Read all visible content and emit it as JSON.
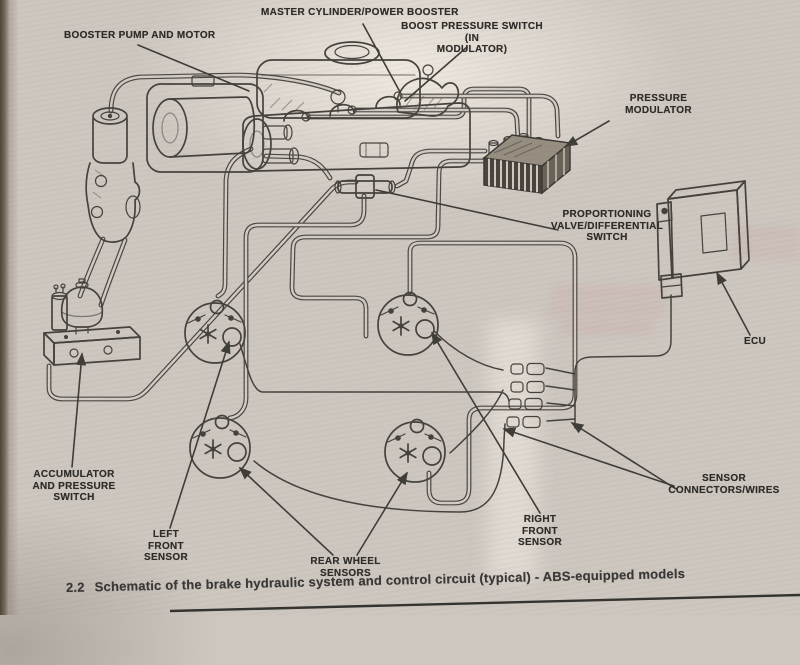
{
  "labels": {
    "booster_pump": {
      "lines": [
        "BOOSTER PUMP AND MOTOR"
      ]
    },
    "master_cylinder": {
      "lines": [
        "MASTER CYLINDER/POWER BOOSTER"
      ]
    },
    "boost_switch": {
      "lines": [
        "BOOST PRESSURE SWITCH (IN",
        "MODULATOR)"
      ]
    },
    "pressure_modulator": {
      "lines": [
        "PRESSURE",
        "MODULATOR"
      ]
    },
    "prop_valve": {
      "lines": [
        "PROPORTIONING",
        "VALVE/DIFFERENTIAL",
        "SWITCH"
      ]
    },
    "ecu": {
      "lines": [
        "ECU"
      ]
    },
    "accumulator": {
      "lines": [
        "ACCUMULATOR",
        "AND PRESSURE SWITCH"
      ]
    },
    "left_front_sensor": {
      "lines": [
        "LEFT",
        "FRONT",
        "SENSOR"
      ]
    },
    "rear_wheel_sensors": {
      "lines": [
        "REAR WHEEL",
        "SENSORS"
      ]
    },
    "right_front_sensor": {
      "lines": [
        "RIGHT",
        "FRONT",
        "SENSOR"
      ]
    },
    "sensor_connectors": {
      "lines": [
        "SENSOR",
        "CONNECTORS/WIRES"
      ]
    }
  },
  "caption": {
    "number": "2.2",
    "text": "Schematic of the brake hydraulic system and control circuit (typical) - ABS-equipped models"
  },
  "colors": {
    "paper": "#cdc7c0",
    "ink": "#45423d",
    "modulator_front": "#4a443c",
    "modulator_top": "#968e81",
    "page_edge": "#4e4539"
  }
}
